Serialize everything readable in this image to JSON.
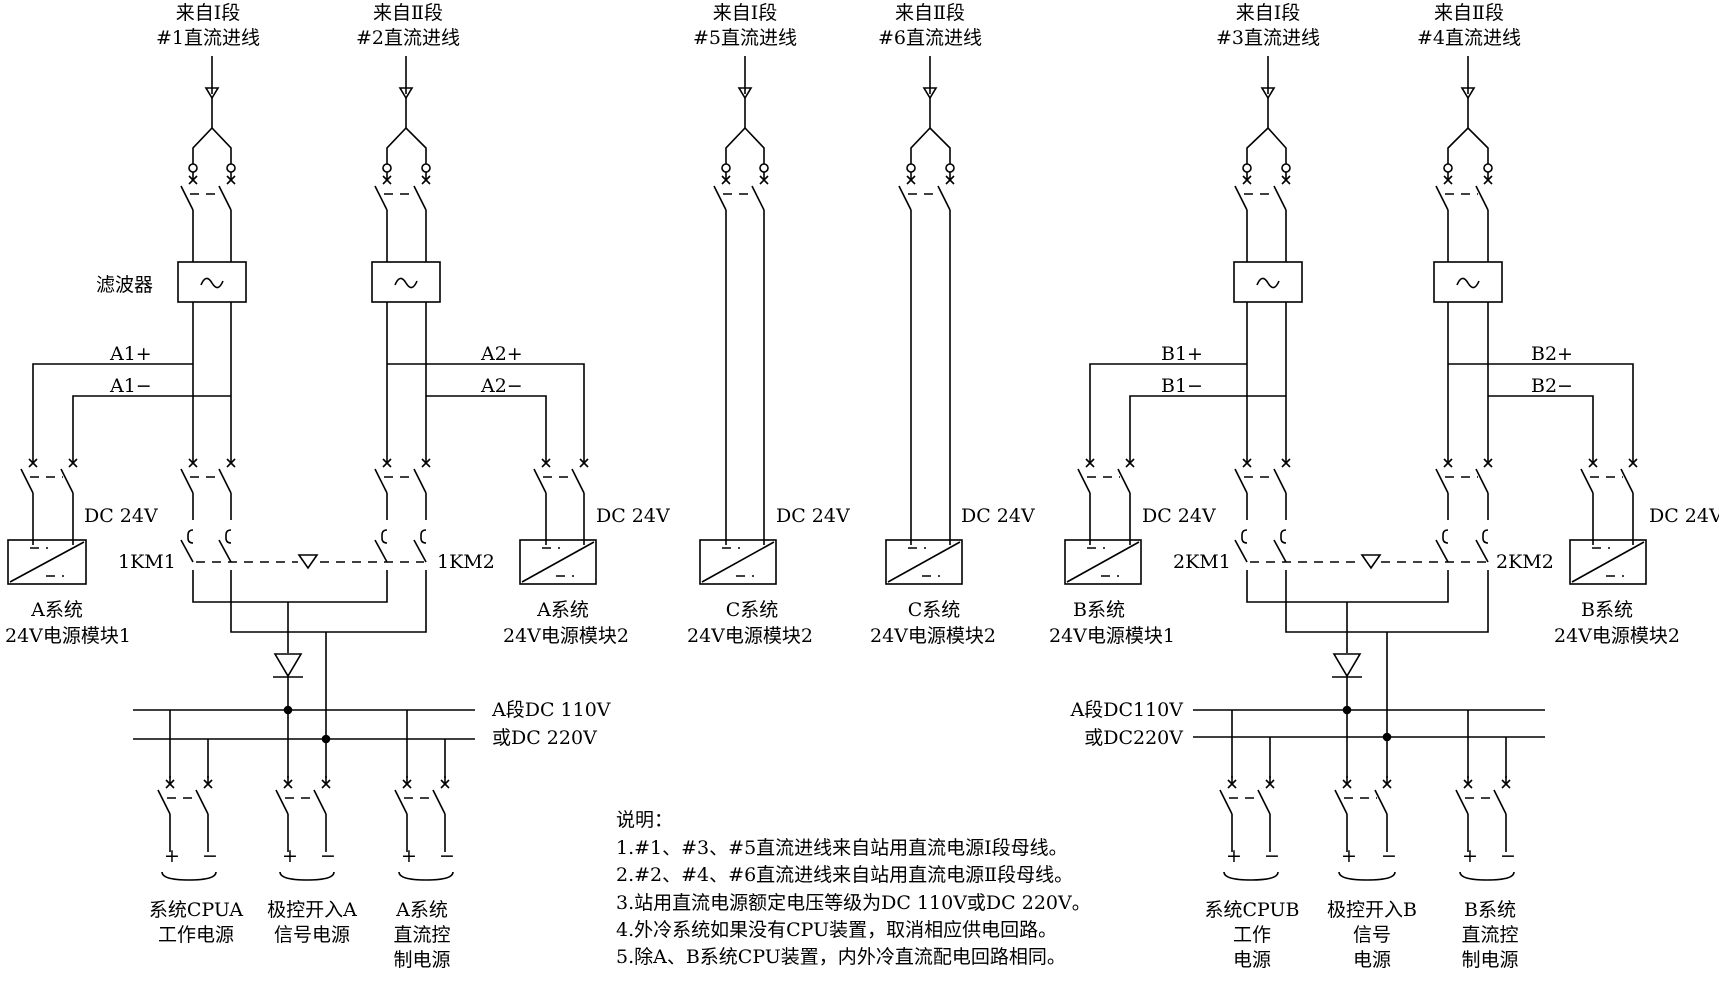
{
  "feeders": [
    {
      "line1": "来自Ⅰ段",
      "line2": "#1直流进线"
    },
    {
      "line1": "来自Ⅱ段",
      "line2": "#2直流进线"
    },
    {
      "line1": "来自Ⅰ段",
      "line2": "#5直流进线"
    },
    {
      "line1": "来自Ⅱ段",
      "line2": "#6直流进线"
    },
    {
      "line1": "来自Ⅰ段",
      "line2": "#3直流进线"
    },
    {
      "line1": "来自Ⅱ段",
      "line2": "#4直流进线"
    }
  ],
  "filter_label": "滤波器",
  "filter_symbol": "~",
  "power_module_symbols": {
    "top": "---",
    "bottom": "---"
  },
  "bus_labels": {
    "A1p": "A1+",
    "A1m": "A1−",
    "A2p": "A2+",
    "A2m": "A2−",
    "B1p": "B1+",
    "B1m": "B1−",
    "B2p": "B2+",
    "B2m": "B2−"
  },
  "dc24": "DC 24V",
  "contactors": {
    "km1": "1KM1",
    "km2": "1KM2",
    "km3": "2KM1",
    "km4": "2KM2"
  },
  "modules": [
    {
      "line1": "A系统",
      "line2": "24V电源模块1"
    },
    {
      "line1": "A系统",
      "line2": "24V电源模块2"
    },
    {
      "line1": "C系统",
      "line2": "24V电源模块2"
    },
    {
      "line1": "C系统",
      "line2": "24V电源模块2"
    },
    {
      "line1": "B系统",
      "line2": "24V电源模块1"
    },
    {
      "line1": "B系统",
      "line2": "24V电源模块2"
    }
  ],
  "busA": {
    "line1": "A段DC 110V",
    "line2": "或DC 220V"
  },
  "busB": {
    "line1": "A段DC110V",
    "line2": "或DC220V"
  },
  "polarity": {
    "plus": "+",
    "minus": "−"
  },
  "loadsA": [
    {
      "lines": [
        "系统CPUA",
        "工作电源"
      ]
    },
    {
      "lines": [
        "极控开入A",
        "信号电源"
      ]
    },
    {
      "lines": [
        "A系统",
        "直流控",
        "制电源"
      ]
    }
  ],
  "loadsB": [
    {
      "lines": [
        "系统CPUB",
        "工作",
        "电源"
      ]
    },
    {
      "lines": [
        "极控开入B",
        "信号",
        "电源"
      ]
    },
    {
      "lines": [
        "B系统",
        "直流控",
        "制电源"
      ]
    }
  ],
  "notes": {
    "title": "说明：",
    "items": [
      "1.#1、#3、#5直流进线来自站用直流电源Ⅰ段母线。",
      "2.#2、#4、#6直流进线来自站用直流电源Ⅱ段母线。",
      "3.站用直流电源额定电压等级为DC 110V或DC 220V。",
      "4.外冷系统如果没有CPU装置，取消相应供电回路。",
      "5.除A、B系统CPU装置，内外冷直流配电回路相同。"
    ]
  }
}
